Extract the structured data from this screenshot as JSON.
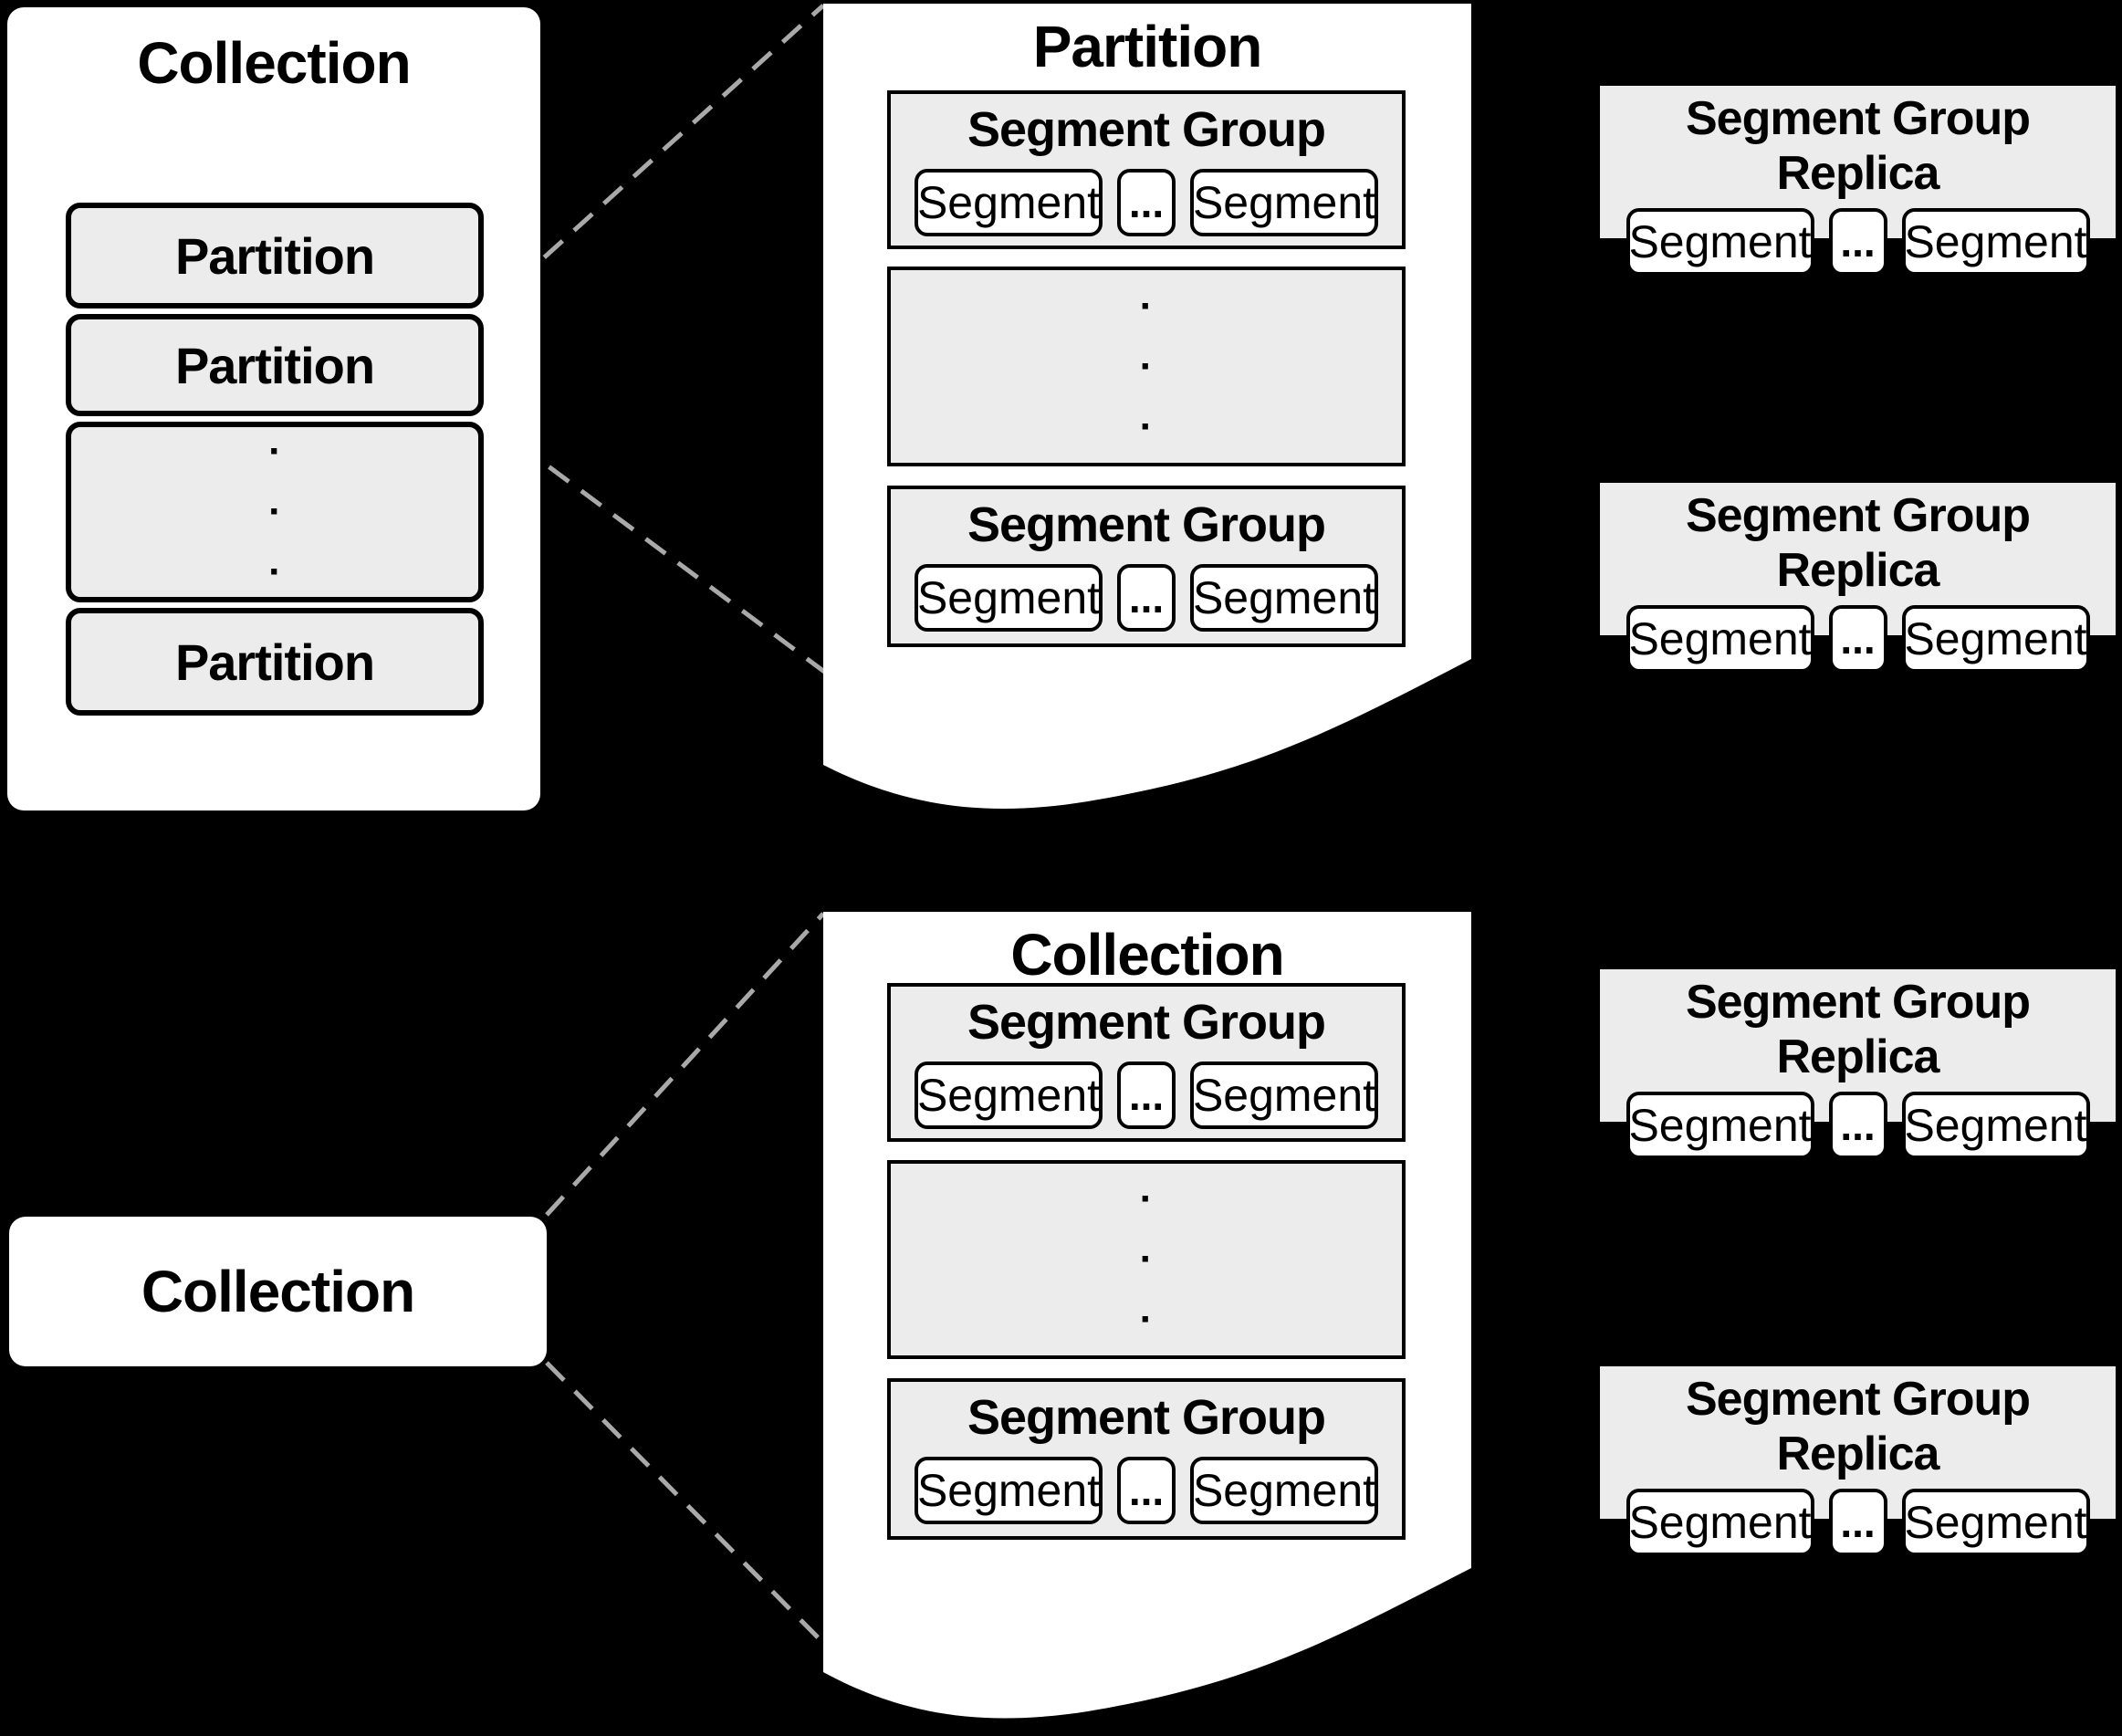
{
  "colors": {
    "background": "#000000",
    "panel": "#ffffff",
    "box_fill": "#ececec",
    "border": "#000000",
    "dashed_line": "#a9a9a9"
  },
  "top": {
    "collection_panel": {
      "title": "Collection",
      "partitions": [
        {
          "label": "Partition"
        },
        {
          "label": "Partition"
        },
        {
          "ellipsis": "·\n·\n·"
        },
        {
          "label": "Partition"
        }
      ]
    },
    "detail_panel": {
      "title": "Partition",
      "segment_group_top": {
        "title": "Segment Group",
        "segments": [
          "Segment",
          "...",
          "Segment"
        ]
      },
      "ellipsis": "·\n·\n·",
      "segment_group_bottom": {
        "title": "Segment Group",
        "segments": [
          "Segment",
          "...",
          "Segment"
        ]
      }
    },
    "replicas": [
      {
        "title": "Segment Group Replica",
        "segments": [
          "Segment",
          "...",
          "Segment"
        ]
      },
      {
        "title": "Segment Group Replica",
        "segments": [
          "Segment",
          "...",
          "Segment"
        ]
      }
    ]
  },
  "bottom": {
    "collection_box": {
      "title": "Collection"
    },
    "detail_panel": {
      "title": "Collection",
      "segment_group_top": {
        "title": "Segment Group",
        "segments": [
          "Segment",
          "...",
          "Segment"
        ]
      },
      "ellipsis": "·\n·\n·",
      "segment_group_bottom": {
        "title": "Segment Group",
        "segments": [
          "Segment",
          "...",
          "Segment"
        ]
      }
    },
    "replicas": [
      {
        "title": "Segment Group Replica",
        "segments": [
          "Segment",
          "...",
          "Segment"
        ]
      },
      {
        "title": "Segment Group Replica",
        "segments": [
          "Segment",
          "...",
          "Segment"
        ]
      }
    ]
  }
}
